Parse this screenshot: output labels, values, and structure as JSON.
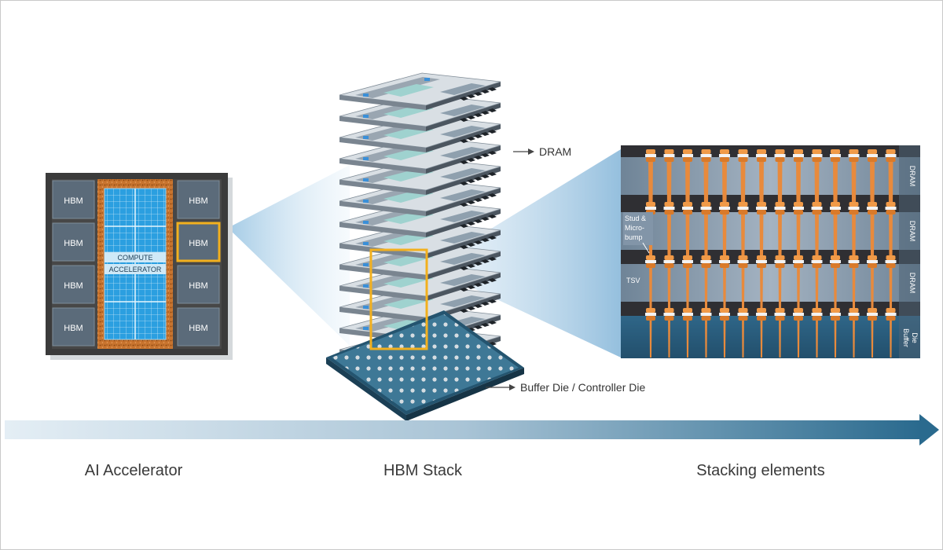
{
  "accelerator": {
    "hbm_label": "HBM",
    "compute_line1": "COMPUTE",
    "compute_line2": "ACCELERATOR"
  },
  "stack": {
    "dram_callout": "DRAM",
    "buffer_callout": "Buffer Die / Controller Die"
  },
  "cross_section": {
    "layers": [
      "DRAM",
      "DRAM",
      "DRAM"
    ],
    "buffer_line1": "Buffer",
    "buffer_line2": "Die",
    "stud_line1": "Stud &",
    "stud_line2": "Micro-",
    "stud_line3": "bump",
    "tsv_label": "TSV"
  },
  "captions": {
    "accelerator": "AI Accelerator",
    "stack": "HBM Stack",
    "stacking": "Stacking elements"
  },
  "colors": {
    "package": "#3b3b3b",
    "hbm_tile": "#5b6b7a",
    "compute_blue": "#2b9fe0",
    "interposer_orange": "#c8742e",
    "highlight": "#f2b01e",
    "dram_layer": "#8295a8",
    "buffer_die": "#2a5e80",
    "bump_orange": "#e88a3c",
    "arrow": "#2a6a8e"
  }
}
